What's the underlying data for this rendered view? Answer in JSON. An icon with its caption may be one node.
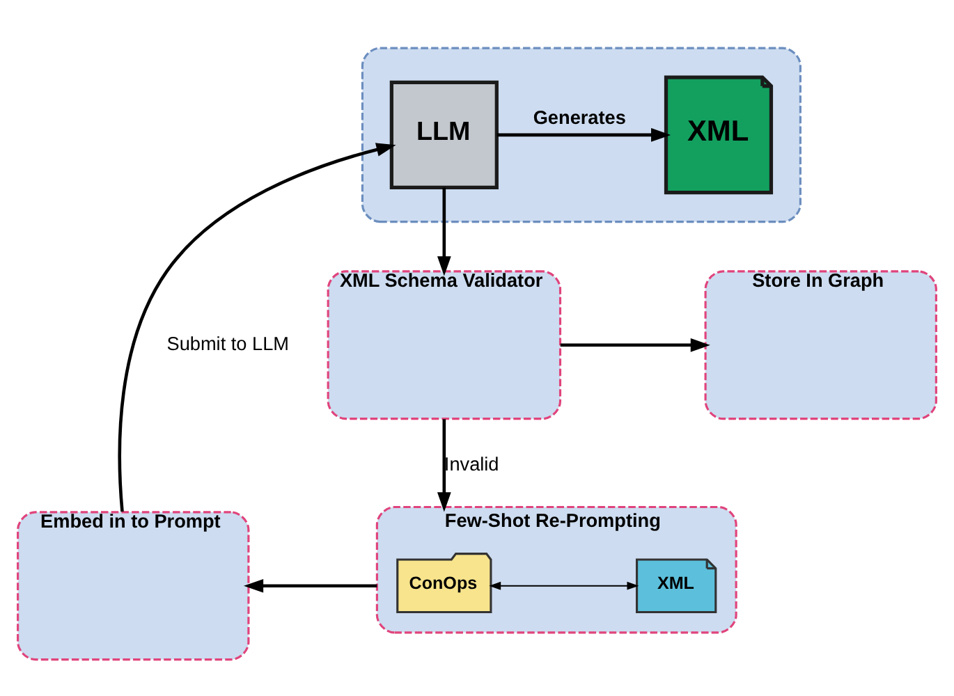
{
  "diagram": {
    "nodes": [
      {
        "text": [],
        "shape": "box"
      },
      {
        "text": [
          "LLM"
        ],
        "in": 0
      },
      {
        "text": [
          "XML"
        ],
        "in": 0
      },
      {
        "text": [
          "XML Schema Validator"
        ]
      },
      {
        "text": [
          "Store In Graph"
        ]
      },
      {
        "text": [
          "Embed in to Prompt"
        ]
      },
      {
        "text": [
          "Few-Shot Re-Prompting"
        ]
      },
      {
        "text": [
          "ConOps"
        ],
        "in": 6
      },
      {
        "text": [
          "XML"
        ],
        "in": 6
      }
    ],
    "edges": [
      {
        "from": 1,
        "to": 2,
        "arrow": "to",
        "label": "Generates"
      },
      {
        "from": 1,
        "to": 3,
        "arrow": "to"
      },
      {
        "from": 3,
        "to": 4,
        "arrow": "to"
      },
      {
        "from": 3,
        "to": 6,
        "arrow": "to",
        "label": "Invalid"
      },
      {
        "from": 7,
        "to": 8,
        "arrow": "both"
      },
      {
        "from": 6,
        "to": 5,
        "arrow": "to"
      },
      {
        "from": 5,
        "to": 1,
        "arrow": "to",
        "label": "Submit to LLM"
      }
    ]
  }
}
